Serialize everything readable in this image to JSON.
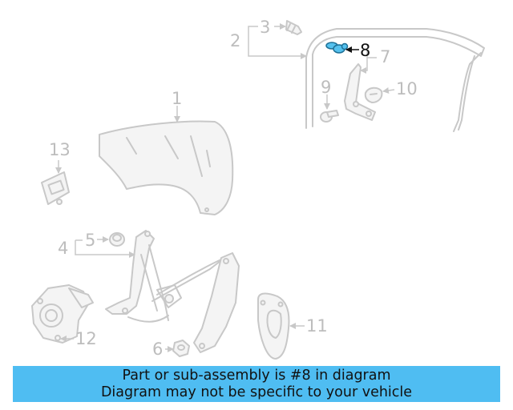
{
  "diagram": {
    "callouts": {
      "c1": "1",
      "c2": "2",
      "c3": "3",
      "c4": "4",
      "c5": "5",
      "c6": "6",
      "c7": "7",
      "c8": "8",
      "c9": "9",
      "c10": "10",
      "c11": "11",
      "c12": "12",
      "c13": "13"
    },
    "highlighted_part": "8",
    "colors": {
      "highlight": "#55c1ee",
      "banner": "#4fbdf2",
      "part_outline": "#c8c8c8",
      "callout_text": "#bdbdbd"
    }
  },
  "banner": {
    "line1": "Part or sub-assembly is #8 in diagram",
    "line2": "Diagram may not be specific to your vehicle"
  }
}
